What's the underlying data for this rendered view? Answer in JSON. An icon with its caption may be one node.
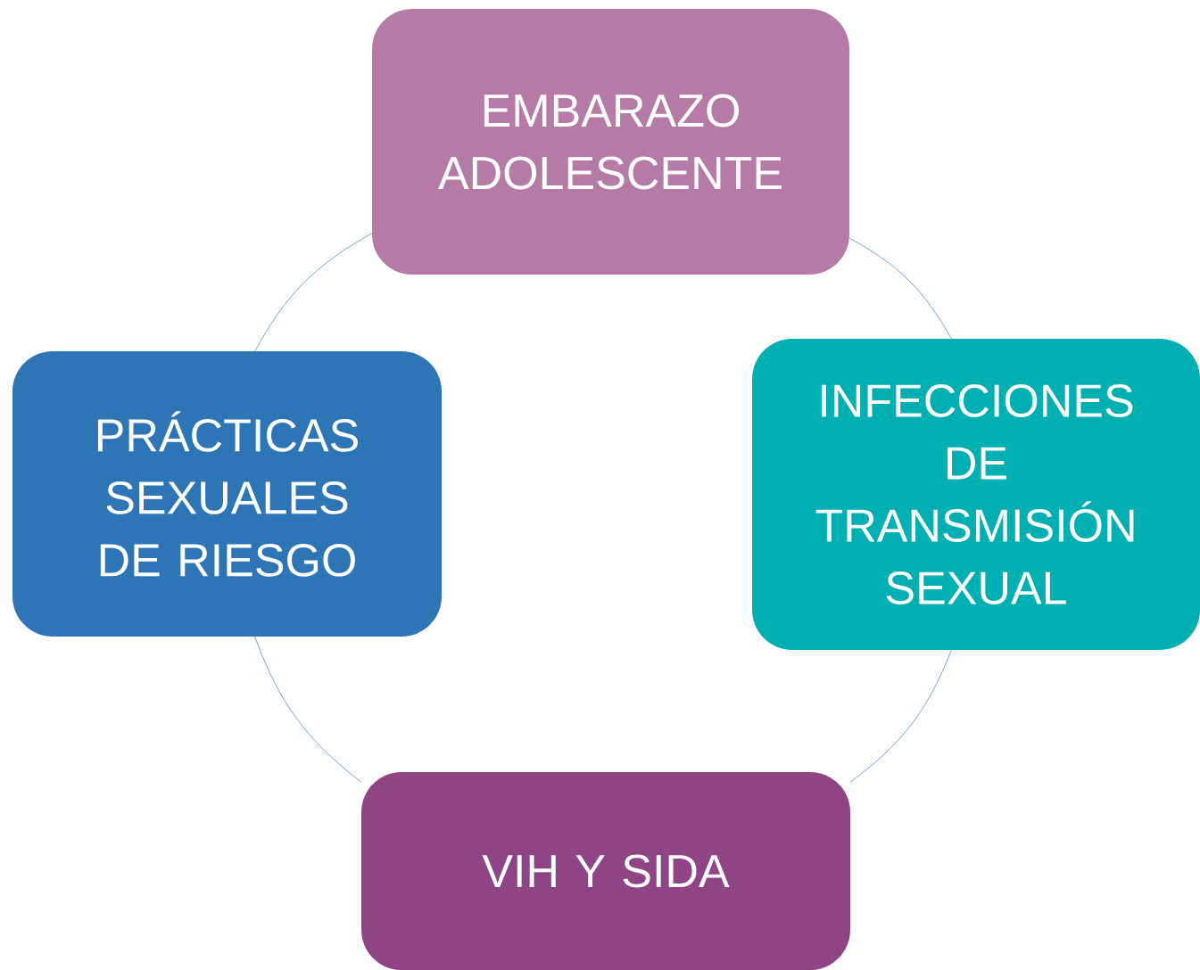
{
  "diagram": {
    "nodes": [
      {
        "text": [
          "EMBARAZO ADOLESCENTE"
        ]
      },
      {
        "text": [
          "INFECCIONES DE TRANSMISIÓN SEXUAL"
        ]
      },
      {
        "text": [
          "VIH Y SIDA"
        ]
      },
      {
        "text": [
          "PRÁCTICAS SEXUALES DE RIESGO"
        ]
      }
    ],
    "edges": [
      {
        "from": 0,
        "to": 1,
        "arrow": "none"
      },
      {
        "from": 1,
        "to": 2,
        "arrow": "none"
      },
      {
        "from": 2,
        "to": 3,
        "arrow": "none"
      },
      {
        "from": 3,
        "to": 0,
        "arrow": "none"
      }
    ]
  }
}
